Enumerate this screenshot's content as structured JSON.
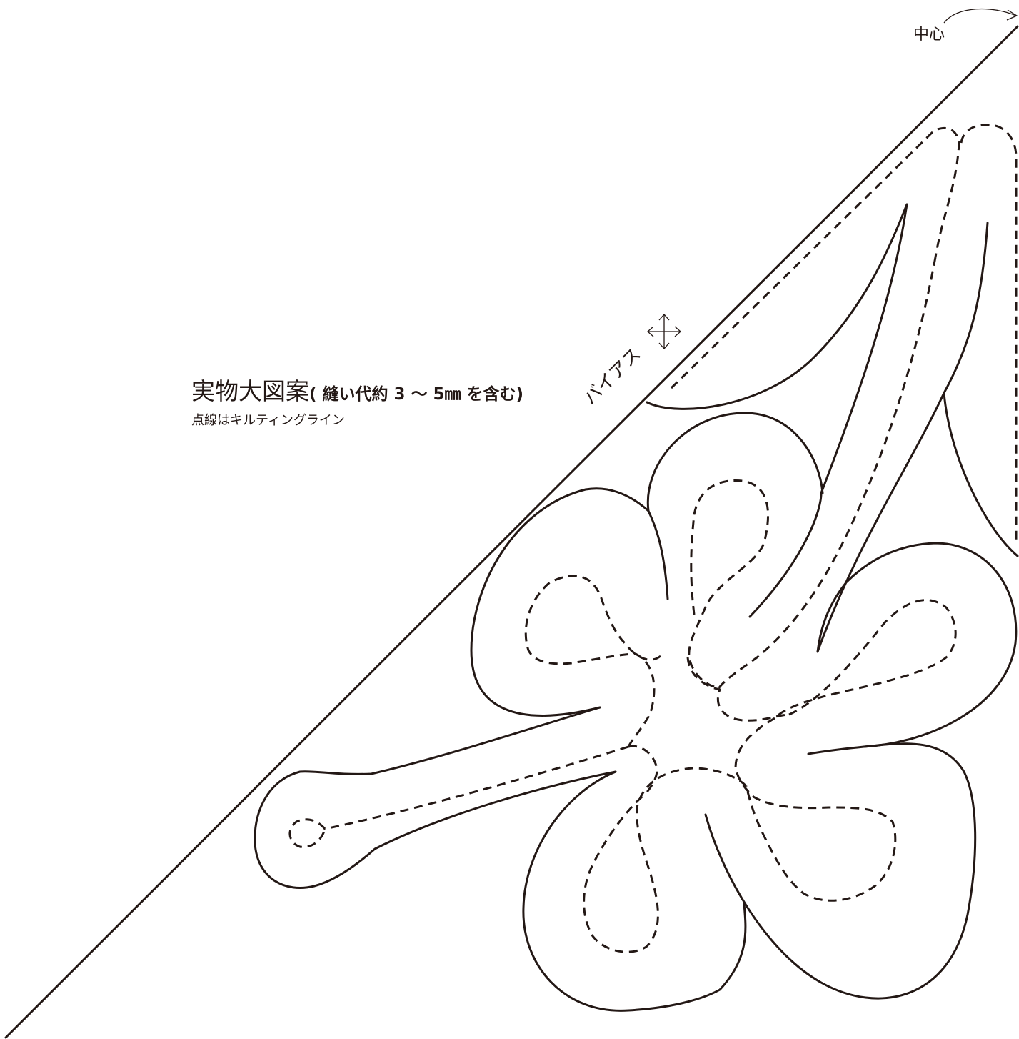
{
  "title": {
    "main": "実物大図案",
    "note": "( 縫い代約 3 〜 5㎜ を含む)"
  },
  "subtitle": "点線はキルティングライン",
  "center_label": "中心",
  "bias_label": "バイアス",
  "icons": {
    "grain": "four-way-arrow-icon",
    "center_arrow": "curved-arrow-icon"
  },
  "colors": {
    "line": "#231815",
    "background": "#ffffff"
  }
}
